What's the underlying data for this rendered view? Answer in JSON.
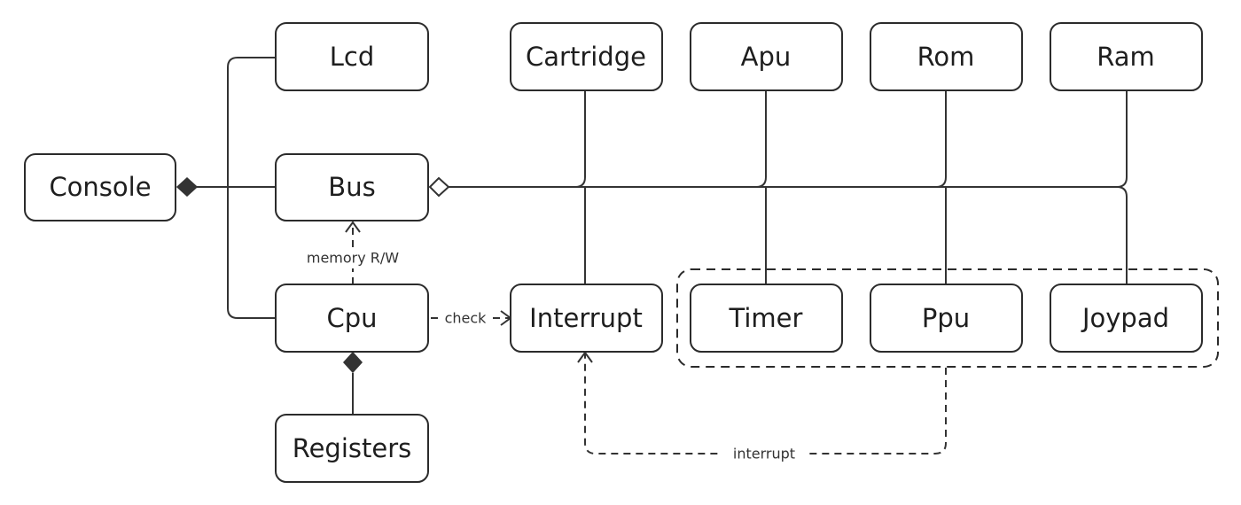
{
  "nodes": {
    "console": "Console",
    "lcd": "Lcd",
    "bus": "Bus",
    "cpu": "Cpu",
    "registers": "Registers",
    "cartridge": "Cartridge",
    "apu": "Apu",
    "rom": "Rom",
    "ram": "Ram",
    "interrupt": "Interrupt",
    "timer": "Timer",
    "ppu": "Ppu",
    "joypad": "Joypad"
  },
  "edge_labels": {
    "memory_rw": "memory R/W",
    "check": "check",
    "interrupt": "interrupt"
  },
  "colors": {
    "stroke": "#2b2b2b",
    "text": "#1e1e1e",
    "background": "#ffffff"
  }
}
